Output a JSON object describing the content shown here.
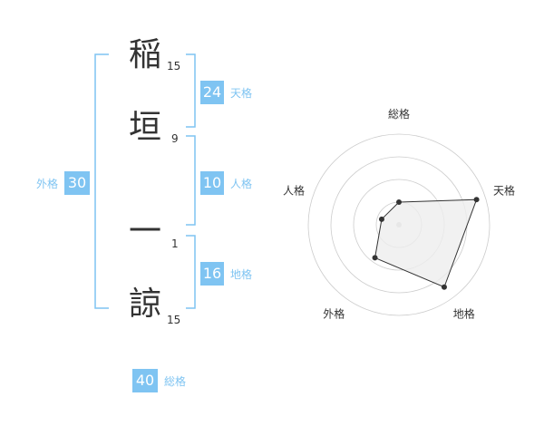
{
  "name": {
    "chars": [
      {
        "char": "稲",
        "strokes": "15"
      },
      {
        "char": "垣",
        "strokes": "9"
      },
      {
        "char": "一",
        "strokes": "1"
      },
      {
        "char": "諒",
        "strokes": "15"
      }
    ]
  },
  "fortune": {
    "tenkaku": {
      "value": "24",
      "label": "天格"
    },
    "jinkaku": {
      "value": "10",
      "label": "人格"
    },
    "chikaku": {
      "value": "16",
      "label": "地格"
    },
    "gaikaku": {
      "value": "30",
      "label": "外格"
    },
    "soukaku": {
      "value": "40",
      "label": "総格"
    }
  },
  "chart_data": {
    "type": "radar",
    "axes": [
      "総格",
      "天格",
      "地格",
      "外格",
      "人格"
    ],
    "values": [
      0.25,
      0.9,
      0.85,
      0.45,
      0.2
    ],
    "max": 1,
    "rings": 4,
    "line_color": "#333333",
    "fill_color": "#eeeeee",
    "ring_color": "#cccccc"
  },
  "colors": {
    "accent": "#7fc4f2"
  }
}
